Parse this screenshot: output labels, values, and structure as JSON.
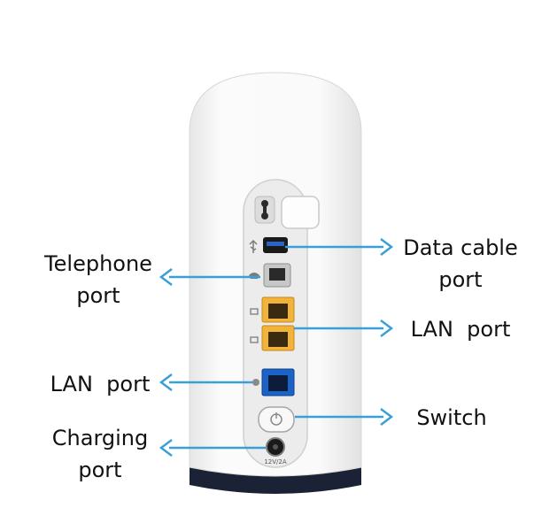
{
  "colors": {
    "arrow": "#3a9fd9",
    "body": "#f7f7f7",
    "panel": "#e9e9e9",
    "base": "#1c2236",
    "lan_yellow": "#f2b33b",
    "lan_blue": "#1b63c8"
  },
  "device": {
    "power_rating": "12V/2A"
  },
  "callouts": {
    "data_cable_port": {
      "line1": "Data cable",
      "line2": "port"
    },
    "telephone_port": {
      "line1": "Telephone",
      "line2": "port"
    },
    "lan_port_right": {
      "line1": "LAN  port"
    },
    "lan_port_left": {
      "line1": "LAN  port"
    },
    "switch": {
      "line1": "Switch"
    },
    "charging_port": {
      "line1": "Charging",
      "line2": "port"
    }
  },
  "icons": [
    "usb-icon",
    "phone-icon",
    "lan-icon",
    "power-icon"
  ]
}
